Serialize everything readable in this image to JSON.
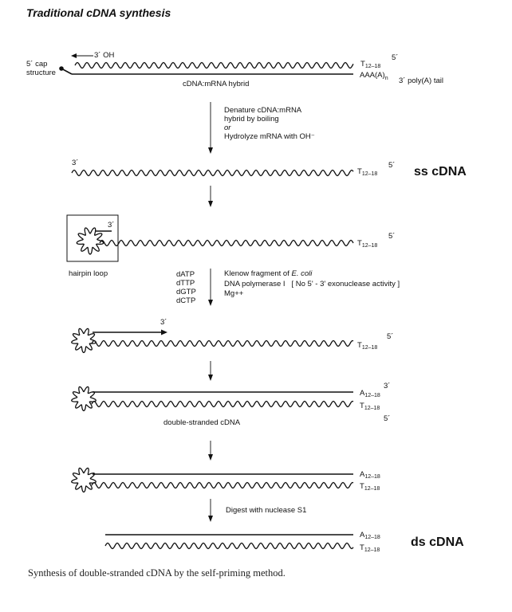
{
  "title": "Traditional cDNA synthesis",
  "caption": "Synthesis of double-stranded cDNA by the self-priming method.",
  "step1": {
    "oh": "3´ OH",
    "cap_line1": "5´ cap",
    "cap_line2": "structure",
    "t_label": "T",
    "t_sub": "12–18",
    "five_prime": "5´",
    "polya_main": "AAA(A)",
    "polya_sub": "n",
    "polya_tail": "3´ poly(A) tail",
    "hybrid": "cDNA:mRNA hybrid"
  },
  "arrow1": {
    "l1": "Denature cDNA:mRNA",
    "l2": "hybrid by boiling",
    "l3": "or",
    "l4": "Hydrolyze mRNA with OH⁻"
  },
  "step2": {
    "three": "3´",
    "t_label": "T",
    "t_sub": "12–18",
    "five_prime": "5´",
    "big": "ss cDNA"
  },
  "step3": {
    "three": "3´",
    "t_label": "T",
    "t_sub": "12–18",
    "five_prime": "5´",
    "hairpin": "hairpin loop"
  },
  "arrow3": {
    "dntp1": "dATP",
    "dntp2": "dTTP",
    "dntp3": "dGTP",
    "dntp4": "dCTP",
    "k1a": "Klenow fragment of ",
    "k1b": "E. coli",
    "k2": "DNA polymerase I   [ No 5' - 3' exonuclease activity ]",
    "k3": "Mg++"
  },
  "step4": {
    "three": "3´",
    "t_label": "T",
    "t_sub": "12–18",
    "five_prime": "5´"
  },
  "step5": {
    "a_label": "A",
    "a_sub": "12–18",
    "three": "3´",
    "t_label": "T",
    "t_sub": "12–18",
    "five_prime": "5´",
    "ds": "double-stranded cDNA"
  },
  "step6": {
    "a_label": "A",
    "a_sub": "12–18",
    "t_label": "T",
    "t_sub": "12–18"
  },
  "arrow6": {
    "text": "Digest with nuclease S1"
  },
  "step7": {
    "a_label": "A",
    "a_sub": "12–18",
    "t_label": "T",
    "t_sub": "12–18",
    "big": "ds cDNA"
  }
}
